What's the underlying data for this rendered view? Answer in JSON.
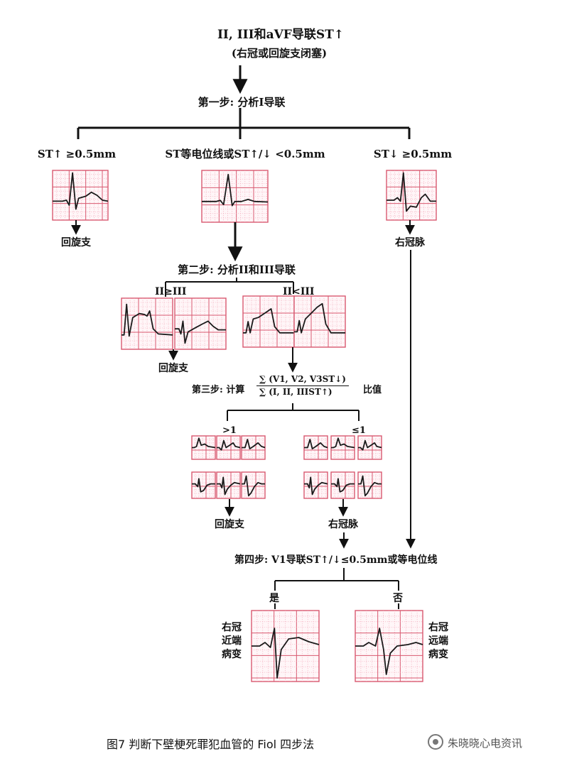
{
  "title_line1": "II, III和aVF导联ST↑",
  "title_line2": "(右冠或回旋支闭塞)",
  "step1": "第一步: 分析I导联",
  "branch_left": "ST↑ ≥0.5mm",
  "branch_mid": "ST等电位线或ST↑/↓ <0.5mm",
  "branch_right": "ST↓ ≥0.5mm",
  "result_circumflex": "回旋支",
  "result_rca": "右冠脉",
  "step2": "第二步: 分析II和III导联",
  "cond_ii_ge_iii": "II≥III",
  "cond_ii_lt_iii": "II<III",
  "step3_label": "第三步: 计算",
  "step3_numerator": "∑ (V1, V2, V3ST↓)",
  "step3_denominator": "∑ (I, II, IIIST↑)",
  "step3_suffix": "比值",
  "ratio_gt": ">1",
  "ratio_le": "≤1",
  "step4": "第四步: V1导联ST↑/↓≤0.5mm或等电位线",
  "answer_yes": "是",
  "answer_no": "否",
  "proximal_lesion": "右冠近端病变",
  "distal_lesion": "右冠远端病变",
  "caption": "图7 判断下壁梗死罪犯血管的 Fiol 四步法",
  "watermark": "朱晓晓心电资讯",
  "colors": {
    "grid_minor": "#f2a4b6",
    "grid_major": "#d8586f",
    "trace": "#1a1a1a",
    "line": "#111111"
  }
}
